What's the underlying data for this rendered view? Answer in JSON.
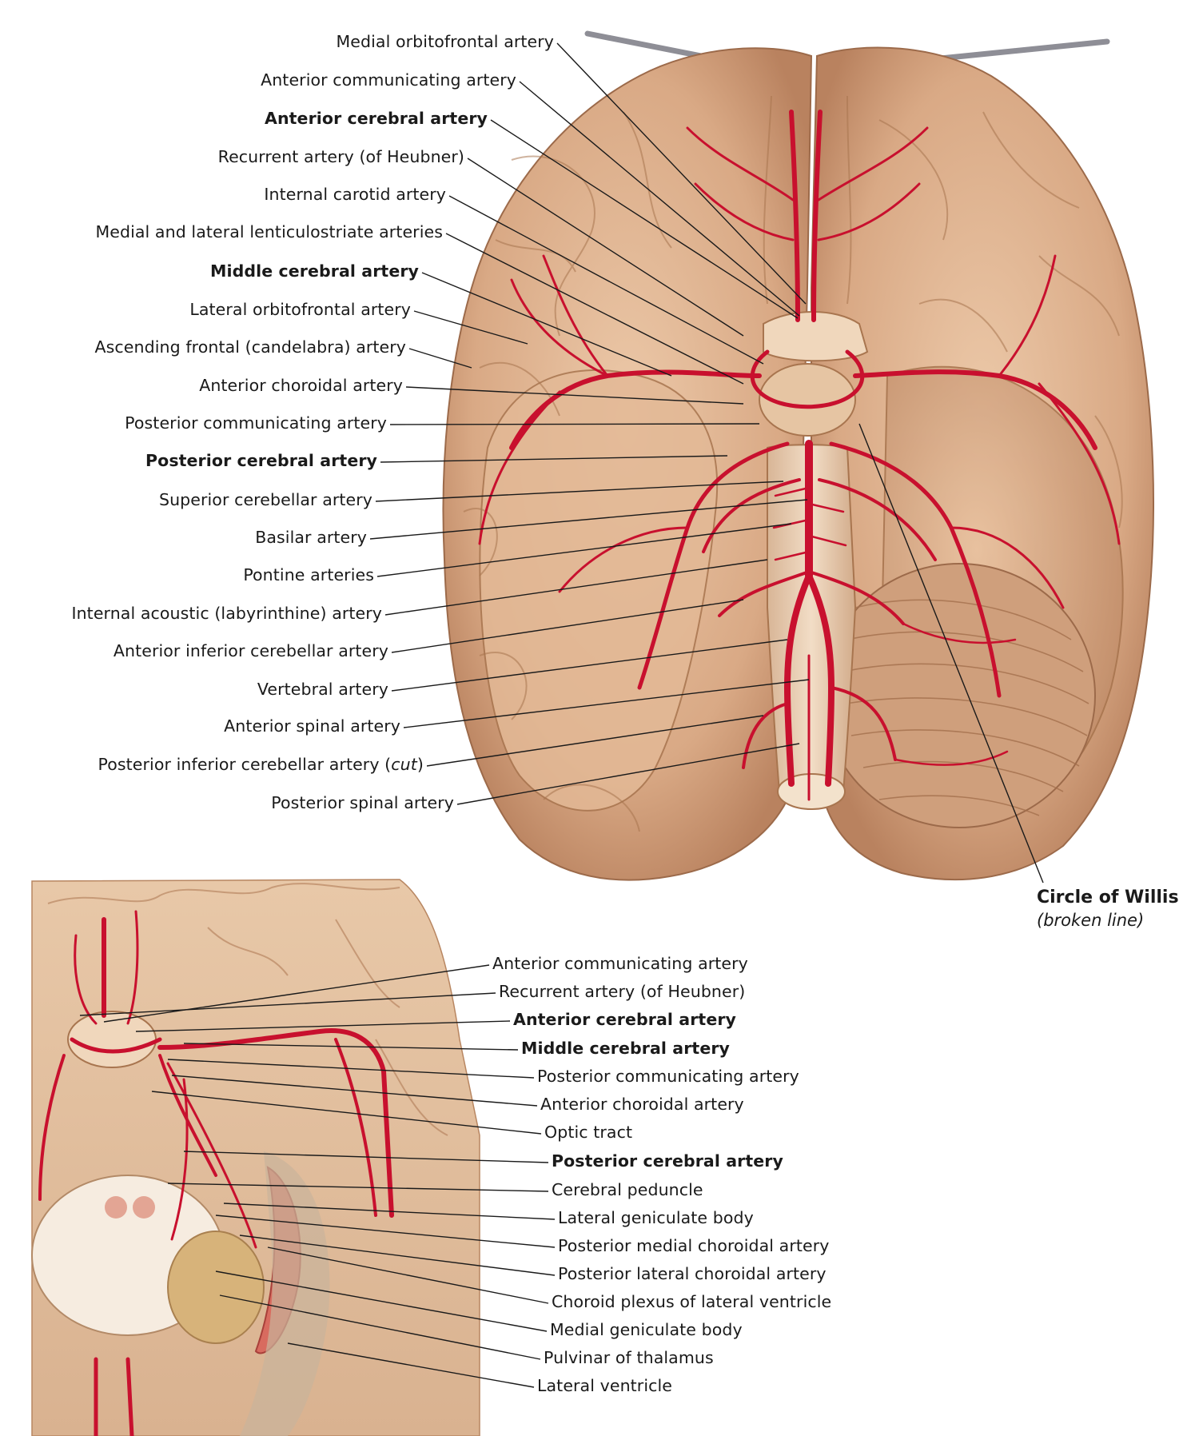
{
  "main_labels": [
    {
      "text": "Medial orbitofrontal artery",
      "bold": false
    },
    {
      "text": "Anterior communicating artery",
      "bold": false
    },
    {
      "text": "Anterior cerebral artery",
      "bold": true
    },
    {
      "text": "Recurrent artery (of Heubner)",
      "bold": false
    },
    {
      "text": "Internal carotid artery",
      "bold": false
    },
    {
      "text": "Medial and lateral lenticulostriate arteries",
      "bold": false
    },
    {
      "text": "Middle cerebral artery",
      "bold": true
    },
    {
      "text": "Lateral orbitofrontal artery",
      "bold": false
    },
    {
      "text": "Ascending frontal (candelabra) artery",
      "bold": false
    },
    {
      "text": "Anterior choroidal artery",
      "bold": false
    },
    {
      "text": "Posterior communicating artery",
      "bold": false
    },
    {
      "text": "Posterior cerebral artery",
      "bold": true
    },
    {
      "text": "Superior cerebellar artery",
      "bold": false
    },
    {
      "text": "Basilar artery",
      "bold": false
    },
    {
      "text": "Pontine arteries",
      "bold": false
    },
    {
      "text": "Internal acoustic (labyrinthine) artery",
      "bold": false
    },
    {
      "text": "Anterior inferior cerebellar artery",
      "bold": false
    },
    {
      "text": "Vertebral artery",
      "bold": false
    },
    {
      "text": "Anterior spinal artery",
      "bold": false
    },
    {
      "text": "Posterior inferior cerebellar artery",
      "bold": false,
      "suffix_italic": "cut"
    },
    {
      "text": "Posterior spinal artery",
      "bold": false
    }
  ],
  "willis": {
    "title": "Circle of Willis",
    "subtitle": "broken line"
  },
  "inset_labels": [
    {
      "text": "Anterior communicating artery",
      "bold": false
    },
    {
      "text": "Recurrent artery (of Heubner)",
      "bold": false
    },
    {
      "text": "Anterior cerebral artery",
      "bold": true
    },
    {
      "text": "Middle cerebral artery",
      "bold": true
    },
    {
      "text": "Posterior communicating artery",
      "bold": false
    },
    {
      "text": "Anterior choroidal artery",
      "bold": false
    },
    {
      "text": "Optic tract",
      "bold": false
    },
    {
      "text": "Posterior cerebral artery",
      "bold": true
    },
    {
      "text": "Cerebral peduncle",
      "bold": false
    },
    {
      "text": "Lateral geniculate body",
      "bold": false
    },
    {
      "text": "Posterior medial choroidal artery",
      "bold": false
    },
    {
      "text": "Posterior lateral choroidal artery",
      "bold": false
    },
    {
      "text": "Choroid plexus of lateral ventricle",
      "bold": false
    },
    {
      "text": "Medial geniculate body",
      "bold": false
    },
    {
      "text": "Pulvinar of thalamus",
      "bold": false
    },
    {
      "text": "Lateral ventricle",
      "bold": false
    }
  ],
  "colors": {
    "brain": "#d9a985",
    "brain_light": "#ecc9a9",
    "brain_dark": "#b9825f",
    "artery": "#c8102e",
    "artery_dark": "#9e0a20",
    "leader": "#1a1a1a"
  }
}
